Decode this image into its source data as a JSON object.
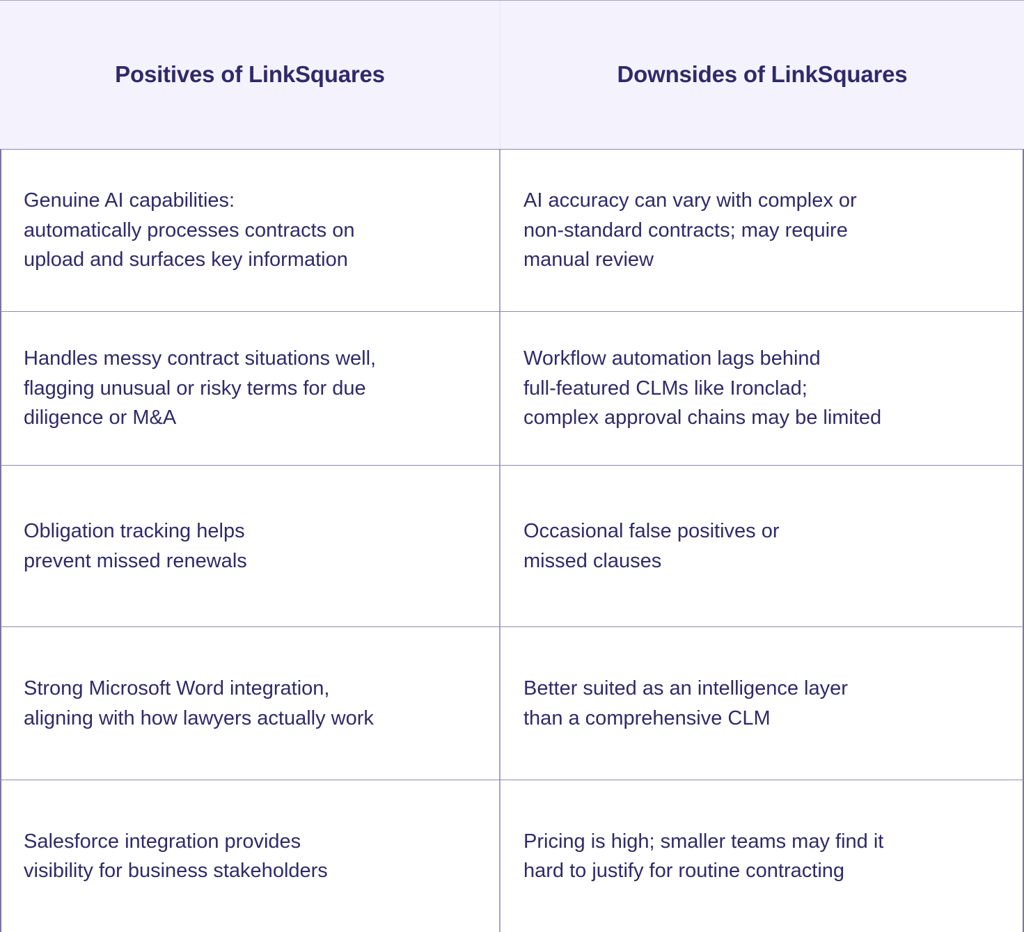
{
  "table": {
    "headers": {
      "positives": "Positives of LinkSquares",
      "downsides": "Downsides of LinkSquares"
    },
    "rows": [
      {
        "positive": "Genuine AI capabilities:\nautomatically processes contracts on\nupload and surfaces key information",
        "downside": "AI accuracy can vary with complex or\nnon-standard contracts; may require\nmanual review"
      },
      {
        "positive": "Handles messy contract situations well,\nflagging unusual or risky terms for due\ndiligence or M&A",
        "downside": "Workflow automation lags behind\nfull-featured CLMs like Ironclad;\ncomplex approval chains may be limited"
      },
      {
        "positive": "Obligation tracking helps\nprevent missed renewals",
        "downside": "Occasional false positives or\nmissed clauses"
      },
      {
        "positive": "Strong Microsoft Word integration,\naligning with how lawyers actually work",
        "downside": "Better suited as an intelligence layer\nthan a comprehensive CLM"
      },
      {
        "positive": "Salesforce integration provides\nvisibility for business stakeholders",
        "downside": "Pricing is high; smaller teams may find it\nhard to justify for routine contracting"
      }
    ]
  },
  "colors": {
    "text": "#2f2a6b",
    "header_background": "#f4f2fc",
    "border": "#8e89b3"
  }
}
